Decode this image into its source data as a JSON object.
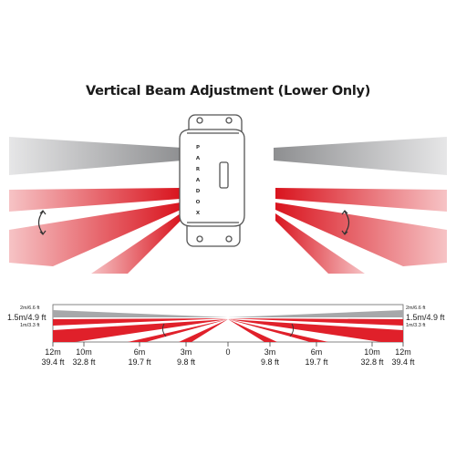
{
  "title": "Vertical Beam Adjustment (Lower Only)",
  "device_brand": "PARADOX",
  "height_labels": {
    "top": "2m/6.6 ft",
    "mid": "1.5m/4.9 ft",
    "bottom": "1m/3.3 ft"
  },
  "distances": [
    {
      "m": "12m",
      "ft": "39.4 ft"
    },
    {
      "m": "10m",
      "ft": "32.8 ft"
    },
    {
      "m": "6m",
      "ft": "19.7 ft"
    },
    {
      "m": "3m",
      "ft": "9.8 ft"
    },
    {
      "m": "0",
      "ft": ""
    },
    {
      "m": "3m",
      "ft": "9.8 ft"
    },
    {
      "m": "6m",
      "ft": "19.7 ft"
    },
    {
      "m": "10m",
      "ft": "32.8 ft"
    },
    {
      "m": "12m",
      "ft": "39.4 ft"
    }
  ],
  "colors": {
    "beam_gray": "#a7a8aa",
    "beam_red": "#e0202a",
    "device_outline": "#555555"
  }
}
